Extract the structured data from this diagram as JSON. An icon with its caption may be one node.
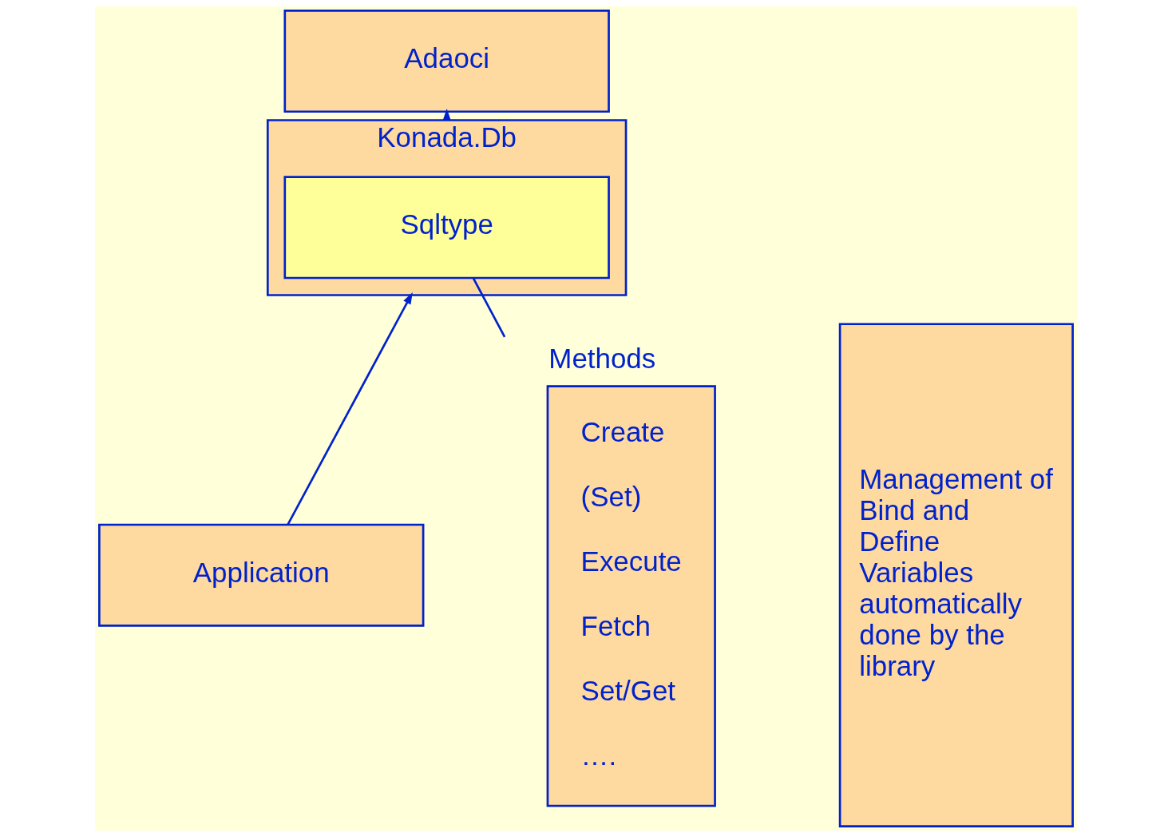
{
  "diagram": {
    "nodes": [
      {
        "text": [
          "Adaoci"
        ]
      },
      {
        "text": [
          "Konada.Db"
        ]
      },
      {
        "text": [
          "Sqltype"
        ],
        "in": 1
      },
      {
        "text": [
          "Application"
        ]
      },
      {
        "text": [
          "Methods",
          "Create",
          "(Set)",
          "Execute",
          "Fetch",
          "Set/Get",
          "…."
        ]
      },
      {
        "text": [
          "Management of Bind and Define Variables automatically done by the library"
        ]
      }
    ],
    "edges": [
      {
        "from": 1,
        "to": 0,
        "arrow": "to"
      },
      {
        "from": 3,
        "to": 1,
        "arrow": "to"
      },
      {
        "from": 2,
        "to": 4,
        "arrow": "none"
      }
    ]
  }
}
